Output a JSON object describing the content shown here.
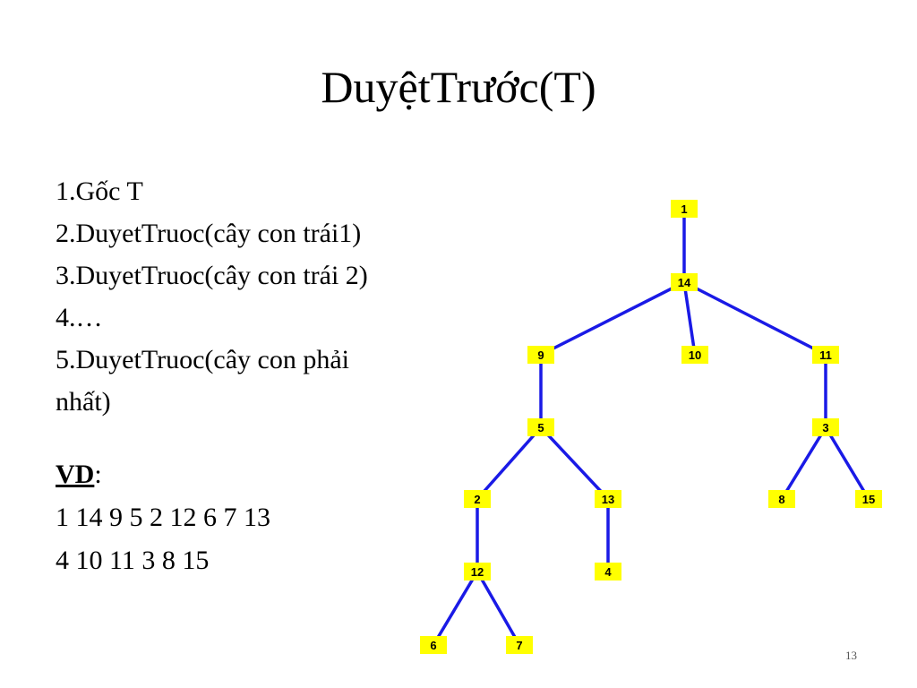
{
  "title": "DuyệtTrước(T)",
  "steps": [
    "1.Gốc T",
    "2.DuyetTruoc(cây con trái1)",
    "3.DuyetTruoc(cây con trái 2)",
    "4.…",
    "5.DuyetTruoc(cây con phải",
    "nhất)"
  ],
  "example": {
    "label": "VD",
    "colon": ":",
    "lines": [
      "1 14 9 5 2 12 6 7 13",
      "4 10 11 3 8 15"
    ]
  },
  "tree": {
    "node_color": "#ffff00",
    "edge_color": "#1a1ae6",
    "nodes": [
      {
        "id": "n1",
        "label": "1"
      },
      {
        "id": "n14",
        "label": "14"
      },
      {
        "id": "n9",
        "label": "9"
      },
      {
        "id": "n10",
        "label": "10"
      },
      {
        "id": "n11",
        "label": "11"
      },
      {
        "id": "n5",
        "label": "5"
      },
      {
        "id": "n3",
        "label": "3"
      },
      {
        "id": "n2",
        "label": "2"
      },
      {
        "id": "n13",
        "label": "13"
      },
      {
        "id": "n8",
        "label": "8"
      },
      {
        "id": "n15",
        "label": "15"
      },
      {
        "id": "n12",
        "label": "12"
      },
      {
        "id": "n4",
        "label": "4"
      },
      {
        "id": "n6",
        "label": "6"
      },
      {
        "id": "n7",
        "label": "7"
      }
    ],
    "edges": [
      [
        "n1",
        "n14"
      ],
      [
        "n14",
        "n9"
      ],
      [
        "n14",
        "n10"
      ],
      [
        "n14",
        "n11"
      ],
      [
        "n9",
        "n5"
      ],
      [
        "n11",
        "n3"
      ],
      [
        "n5",
        "n2"
      ],
      [
        "n5",
        "n13"
      ],
      [
        "n3",
        "n8"
      ],
      [
        "n3",
        "n15"
      ],
      [
        "n2",
        "n12"
      ],
      [
        "n13",
        "n4"
      ],
      [
        "n12",
        "n6"
      ],
      [
        "n12",
        "n7"
      ]
    ]
  },
  "page_number": "13"
}
